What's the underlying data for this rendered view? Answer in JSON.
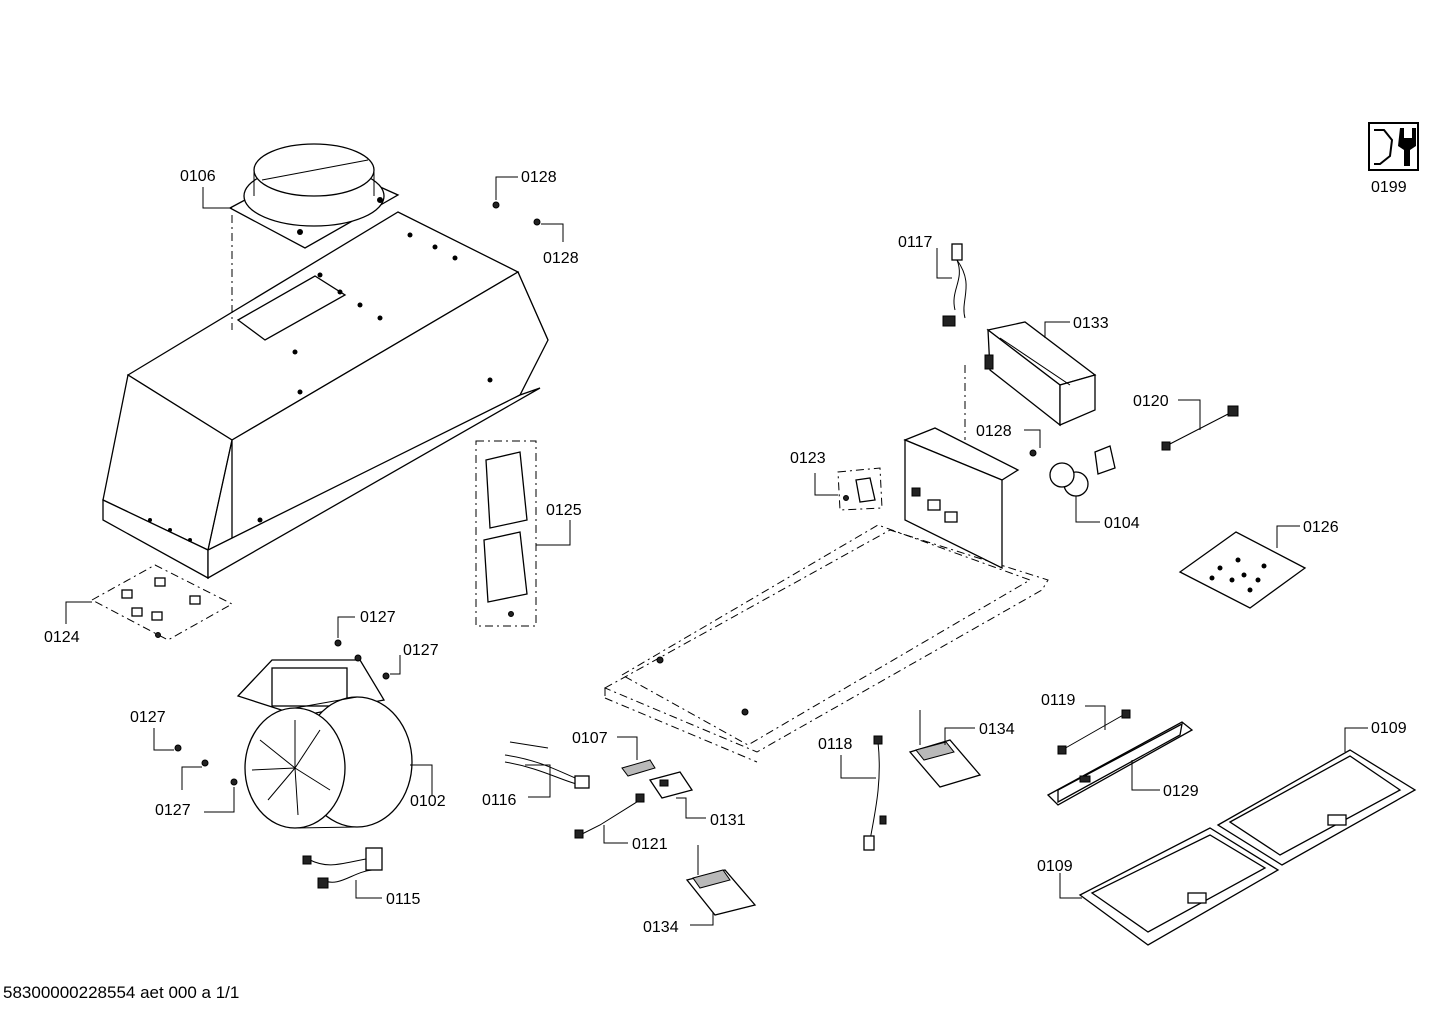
{
  "document": {
    "footer": "58300000228554 aet 000 a 1/1"
  },
  "labels": {
    "l0106": "0106",
    "l0128a": "0128",
    "l0128b": "0128",
    "l0128c": "0128",
    "l0199": "0199",
    "l0117": "0117",
    "l0133": "0133",
    "l0120": "0120",
    "l0123": "0123",
    "l0104": "0104",
    "l0125": "0125",
    "l0126": "0126",
    "l0124": "0124",
    "l0127a": "0127",
    "l0127b": "0127",
    "l0127c": "0127",
    "l0127d": "0127",
    "l0102": "0102",
    "l0115": "0115",
    "l0116": "0116",
    "l0107": "0107",
    "l0131": "0131",
    "l0121": "0121",
    "l0134a": "0134",
    "l0134b": "0134",
    "l0118": "0118",
    "l0119": "0119",
    "l0129": "0129",
    "l0109a": "0109",
    "l0109b": "0109"
  },
  "icons": {
    "service": "service-wrench-icon"
  }
}
